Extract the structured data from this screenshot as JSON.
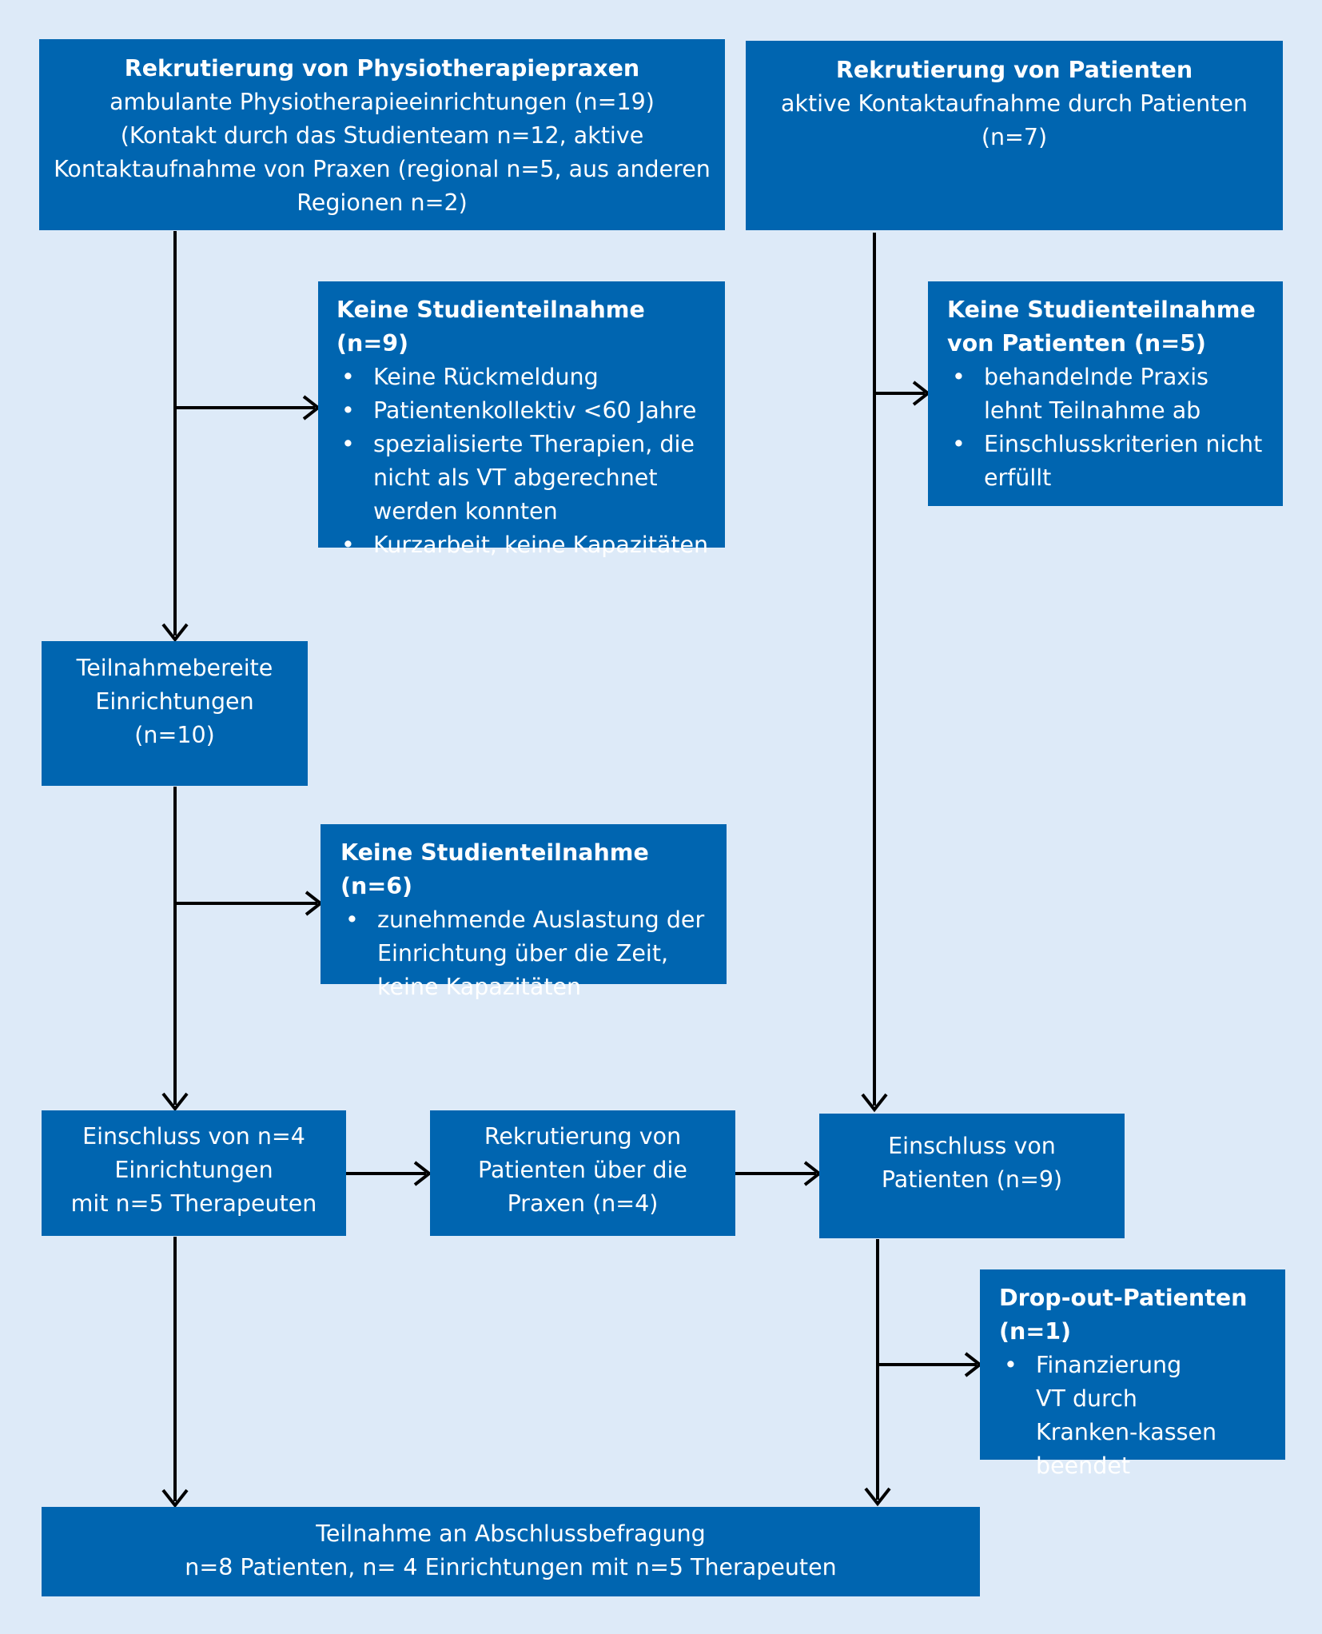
{
  "boxes": {
    "rekrutierung_praxen": {
      "title": "Rekrutierung von Physiotherapiepraxen",
      "lines": [
        "ambulante Physiotherapieeinrichtungen (n=19)",
        "(Kontakt durch das Studienteam n=12, aktive",
        "Kontaktaufnahme von Praxen (regional n=5, aus anderen",
        "Regionen n=2)"
      ]
    },
    "rekrutierung_patienten": {
      "title": "Rekrutierung von Patienten",
      "lines": [
        "aktive Kontaktaufnahme durch Patienten",
        "(n=7)"
      ]
    },
    "keine_teilnahme_9": {
      "title": "Keine Studienteilnahme (n=9)",
      "bullets": [
        "Keine Rückmeldung",
        "Patientenkollektiv <60 Jahre",
        "spezialisierte Therapien, die nicht als VT abgerechnet werden konnten",
        "Kurzarbeit, keine Kapazitäten"
      ]
    },
    "keine_teilnahme_patienten_5": {
      "title_lines": [
        "Keine Studienteilnahme",
        "von Patienten (n=5)"
      ],
      "bullets": [
        "behandelnde Praxis lehnt Teilnahme ab",
        "Einschlusskriterien nicht erfüllt"
      ]
    },
    "teilnahmebereite": {
      "lines": [
        "Teilnahmebereite",
        "Einrichtungen",
        "(n=10)"
      ]
    },
    "keine_teilnahme_6": {
      "title": "Keine Studienteilnahme (n=6)",
      "bullets": [
        "zunehmende Auslastung der Einrichtung über die Zeit, keine Kapazitäten"
      ]
    },
    "einschluss_einrichtungen": {
      "lines": [
        "Einschluss von n=4",
        "Einrichtungen",
        "mit n=5 Therapeuten"
      ]
    },
    "rekrutierung_ueber_praxen": {
      "lines": [
        "Rekrutierung von",
        "Patienten über die",
        "Praxen (n=4)"
      ]
    },
    "einschluss_patienten": {
      "lines": [
        "Einschluss von",
        "Patienten (n=9)"
      ]
    },
    "dropout": {
      "title_lines": [
        "Drop-out-Patienten",
        "(n=1)"
      ],
      "bullets": [
        "Finanzierung VT durch Kranken-kassen beendet"
      ]
    },
    "abschluss": {
      "lines": [
        "Teilnahme an Abschlussbefragung",
        "n=8 Patienten, n= 4 Einrichtungen mit n=5 Therapeuten"
      ]
    }
  }
}
